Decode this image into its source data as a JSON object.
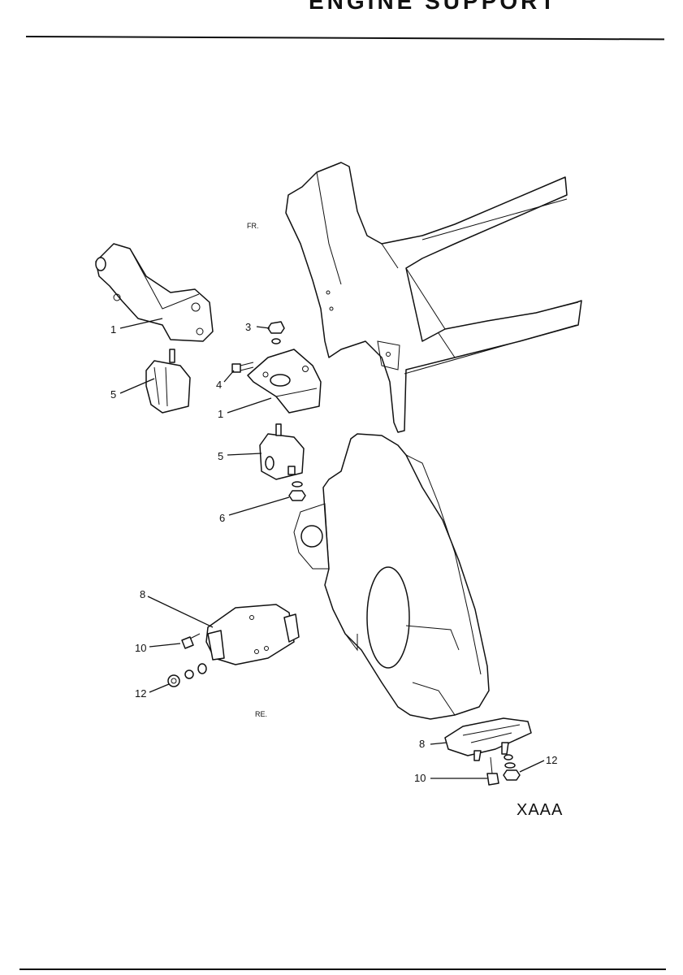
{
  "header": {
    "title": "ENGINE SUPPORT"
  },
  "diagram": {
    "orientation_front": "FR.",
    "orientation_rear": "RE.",
    "figure_code": "XAAA",
    "callouts": [
      {
        "id": "c1a",
        "label": "1"
      },
      {
        "id": "c5a",
        "label": "5"
      },
      {
        "id": "c3",
        "label": "3"
      },
      {
        "id": "c4",
        "label": "4"
      },
      {
        "id": "c1b",
        "label": "1"
      },
      {
        "id": "c5b",
        "label": "5"
      },
      {
        "id": "c6",
        "label": "6"
      },
      {
        "id": "c8a",
        "label": "8"
      },
      {
        "id": "c10a",
        "label": "10"
      },
      {
        "id": "c12a",
        "label": "12"
      },
      {
        "id": "c8b",
        "label": "8"
      },
      {
        "id": "c12b",
        "label": "12"
      },
      {
        "id": "c10b",
        "label": "10"
      }
    ]
  }
}
